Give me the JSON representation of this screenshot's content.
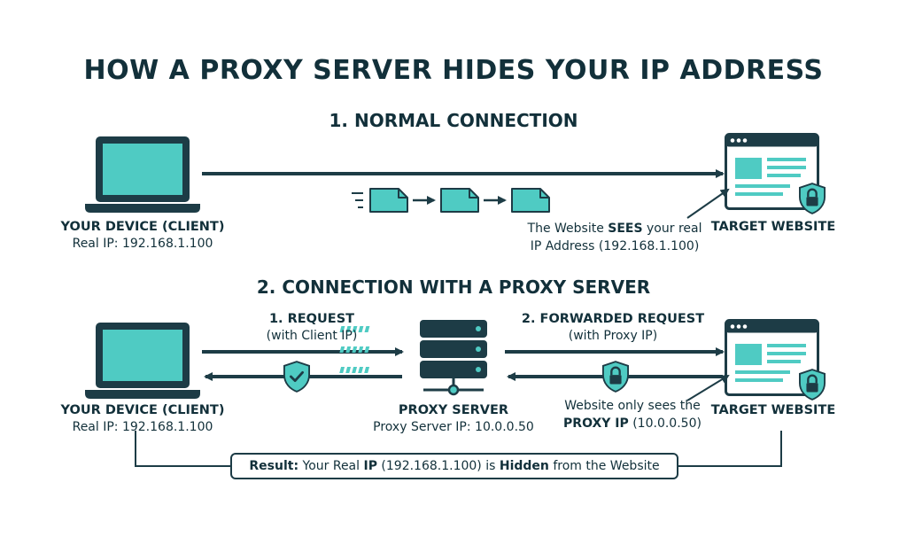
{
  "title": "HOW A PROXY SERVER HIDES YOUR IP ADDRESS",
  "section1": {
    "heading": "1. NORMAL CONNECTION",
    "client_label": "YOUR DEVICE (CLIENT)",
    "client_ip": "Real IP: 192.168.1.100",
    "target_label": "TARGET WEBSITE",
    "note_pre": "The Website ",
    "note_bold": "SEES",
    "note_post": " your real",
    "note_line2": "IP Address (192.168.1.100)"
  },
  "section2": {
    "heading": "2. CONNECTION WITH A PROXY SERVER",
    "client_label": "YOUR DEVICE (CLIENT)",
    "client_ip": "Real IP: 192.168.1.100",
    "request_label": "1. REQUEST",
    "request_sub": "(with Client IP)",
    "proxy_label": "PROXY SERVER",
    "proxy_ip": "Proxy Server IP: 10.0.0.50",
    "forward_label": "2. FORWARDED REQUEST",
    "forward_sub": "(with Proxy IP)",
    "target_label": "TARGET WEBSITE",
    "note_line1": "Website only sees the",
    "note_bold": "PROXY IP",
    "note_post": " (10.0.0.50)"
  },
  "result": {
    "prefix_bold": "Result:",
    "text1": " Your Real ",
    "ip_bold": "IP",
    "text2": " (192.168.1.100) is ",
    "hidden_bold": "Hidden",
    "text3": " from the Website"
  },
  "colors": {
    "dark": "#1d3c46",
    "accent": "#4fcbc3"
  },
  "icons": [
    "laptop-icon",
    "browser-window-icon",
    "shield-lock-icon",
    "shield-check-icon",
    "server-icon",
    "file-icon"
  ]
}
